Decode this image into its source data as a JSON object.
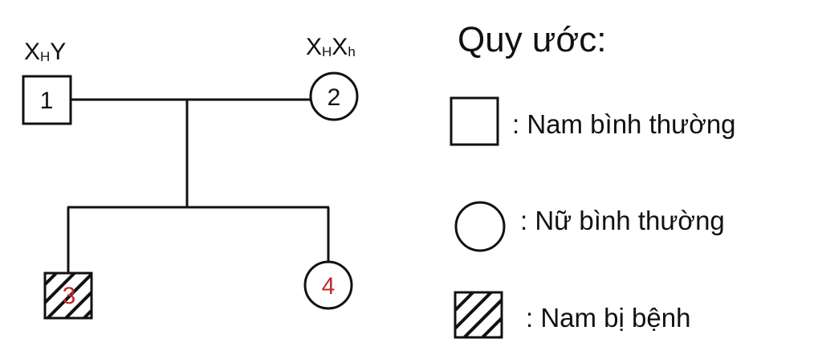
{
  "pedigree": {
    "individuals": [
      {
        "number": "1",
        "sex": "male",
        "affected": false,
        "genotype": {
          "base1": "X",
          "sub1": "H",
          "base2": "Y",
          "sub2": ""
        }
      },
      {
        "number": "2",
        "sex": "female",
        "affected": false,
        "genotype": {
          "base1": "X",
          "sub1": "H",
          "base2": "X",
          "sub2": "h"
        }
      },
      {
        "number": "3",
        "sex": "male",
        "affected": true
      },
      {
        "number": "4",
        "sex": "female",
        "affected": false
      }
    ],
    "child_number_color": "#c62828"
  },
  "legend": {
    "title": "Quy ước:",
    "items": [
      {
        "symbol": "square",
        "label": ": Nam bình thường"
      },
      {
        "symbol": "circle",
        "label": ": Nữ bình thường"
      },
      {
        "symbol": "hatched-square",
        "label": ": Nam bị bệnh"
      }
    ]
  }
}
